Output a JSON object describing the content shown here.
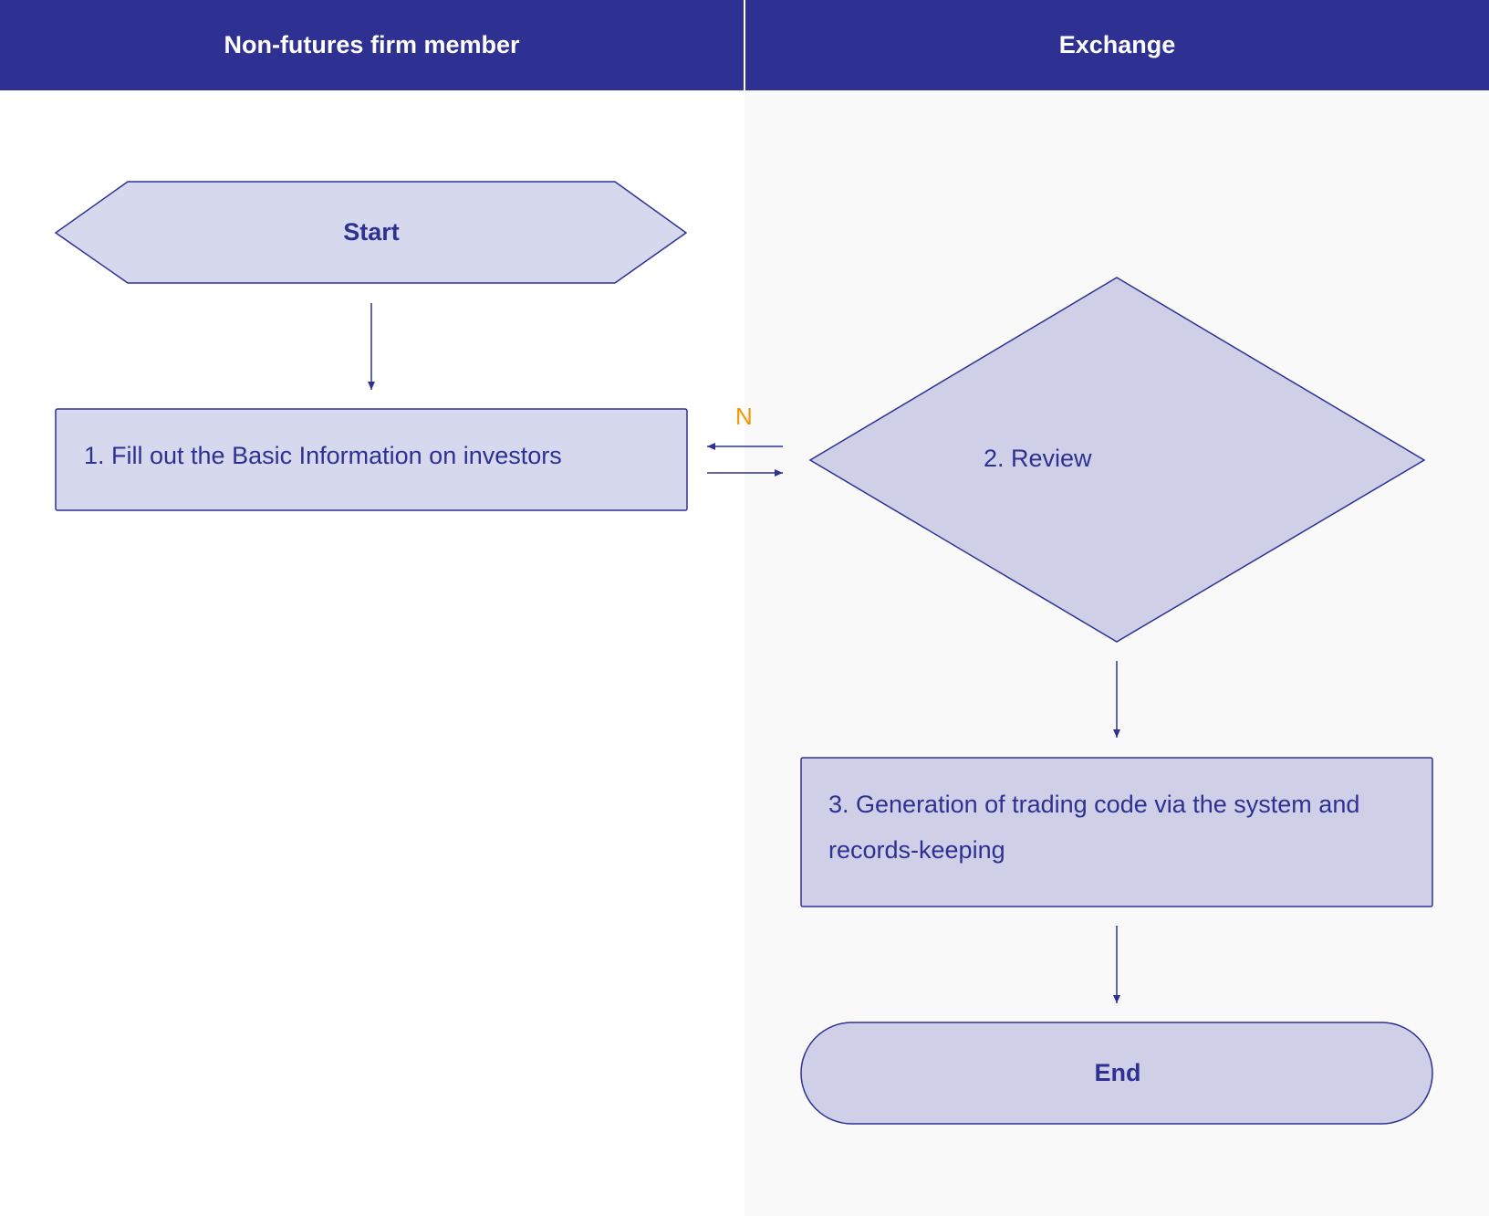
{
  "lanes": {
    "left_title": "Non-futures firm member",
    "right_title": "Exchange"
  },
  "nodes": {
    "start": "Start",
    "step1": "1. Fill out the Basic Information on investors",
    "step2": "2. Review",
    "step3": "3. Generation of trading code via the system and records-keeping",
    "end": "End"
  },
  "edges": {
    "reject_label": "N"
  },
  "colors": {
    "header": "#2e3192",
    "shape_fill": "#d3d4ec",
    "stroke": "#2e3192",
    "reject_label": "#f39800"
  }
}
